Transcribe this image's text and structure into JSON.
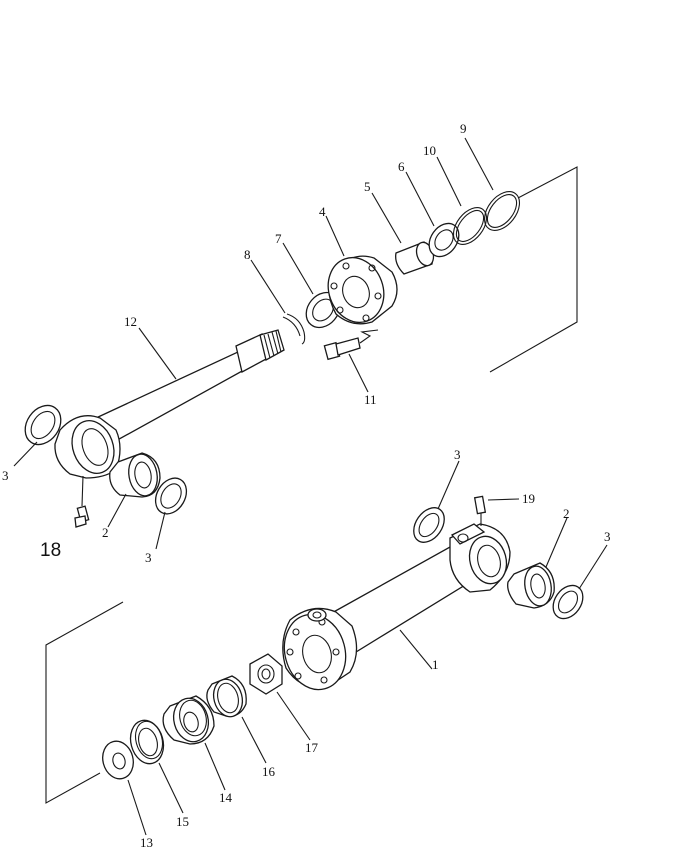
{
  "diagram": {
    "labels": {
      "l1": "1",
      "l2a": "2",
      "l2b": "2",
      "l3a": "3",
      "l3b": "3",
      "l3c": "3",
      "l3d": "3",
      "l4": "4",
      "l5": "5",
      "l6": "6",
      "l7": "7",
      "l8": "8",
      "l9": "9",
      "l10": "10",
      "l11": "11",
      "l12": "12",
      "l13": "13",
      "l14": "14",
      "l15": "15",
      "l16": "16",
      "l17": "17",
      "l18": "18",
      "l19": "19"
    }
  }
}
